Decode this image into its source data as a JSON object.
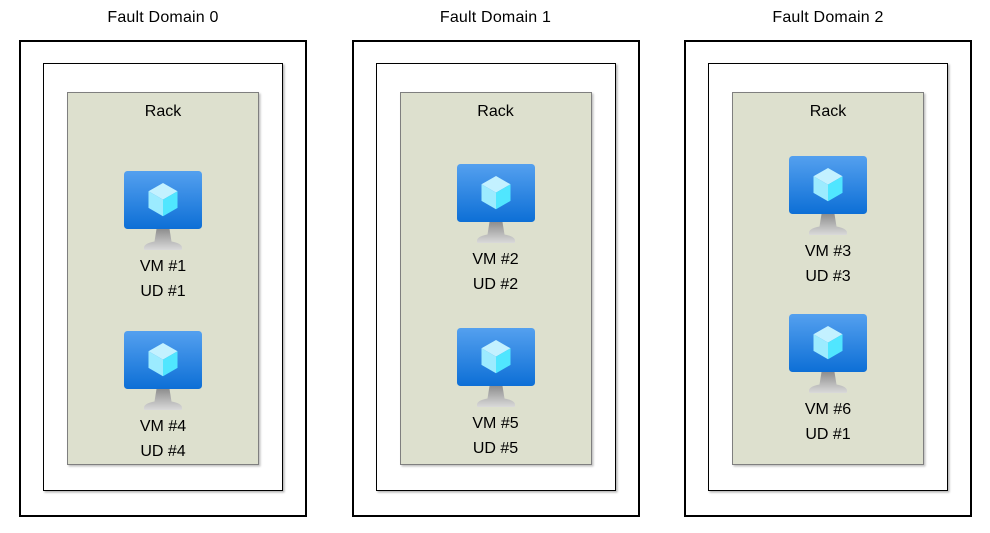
{
  "diagram": {
    "title_note": "Azure availability set fault/update domain layout",
    "fault_domains": [
      {
        "title": "Fault Domain 0",
        "rack_label": "Rack",
        "vms": [
          {
            "vm": "VM #1",
            "ud": "UD #1"
          },
          {
            "vm": "VM #4",
            "ud": "UD #4"
          }
        ]
      },
      {
        "title": "Fault Domain 1",
        "rack_label": "Rack",
        "vms": [
          {
            "vm": "VM #2",
            "ud": "UD #2"
          },
          {
            "vm": "VM #5",
            "ud": "UD #5"
          }
        ]
      },
      {
        "title": "Fault Domain 2",
        "rack_label": "Rack",
        "vms": [
          {
            "vm": "VM #3",
            "ud": "UD #3"
          },
          {
            "vm": "VM #6",
            "ud": "UD #1"
          }
        ]
      }
    ],
    "icons": {
      "vm": "virtual-machine-icon"
    },
    "colors": {
      "background": "#ffffff",
      "box_border": "#000000",
      "rack_fill": "#dde0ce",
      "rack_border": "#7f7f7f",
      "monitor_blue_top": "#54a0ef",
      "monitor_blue_bottom": "#0d6fd6",
      "cube_top": "#c3f1ff",
      "cube_left": "#9cebff",
      "cube_right": "#50e6ff",
      "stand_gray_top": "#8e8e8e",
      "stand_gray_bottom": "#dadada",
      "text": "#000000"
    }
  }
}
